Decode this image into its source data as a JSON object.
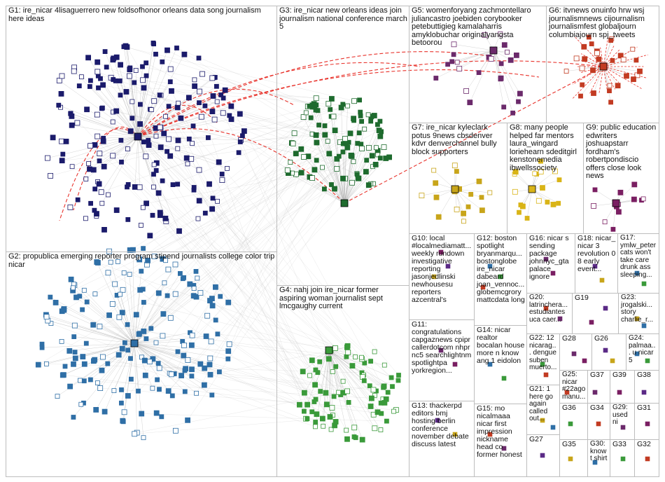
{
  "colors": {
    "border": "#bdbdbd",
    "edge": "#b0b0b0",
    "highlight_edge": "#e8322b",
    "G1": "#1b1b6b",
    "G2": "#2f6fa6",
    "G3": "#1e6b2e",
    "G4": "#3a9a3a",
    "G5": "#6b2a6b",
    "G6": "#c23b22",
    "G7": "#c8a51a",
    "G8": "#d9b417",
    "G9": "#7a1f62"
  },
  "groups": [
    {
      "id": "G1",
      "label": "G1: ire_nicar 4lisaguerrero new foldsofhonor orleans data song journalism here ideas"
    },
    {
      "id": "G2",
      "label": "G2: propublica emerging reporter program stipend journalists college color trip nicar"
    },
    {
      "id": "G3",
      "label": "G3: ire_nicar new orleans ideas join journalism national conference march 5"
    },
    {
      "id": "G4",
      "label": "G4: nahj join ire_nicar former aspiring woman journalist sept lmcgaughy current"
    },
    {
      "id": "G5",
      "label": "G5: womenforyang zachmontellaro juliancastro joebiden corybooker petebuttigieg kamalaharris amyklobuchar originalyangsta betoorou"
    },
    {
      "id": "G6",
      "label": "G6: itvnews onuinfo hrw wsj journalismnews cijournalism journalismfest globaljourn columbiajourn spj_tweets"
    },
    {
      "id": "G7",
      "label": "G7: ire_nicar kyleclark potus 9news cbsdenver kdvr denverchannel bully block supporters"
    },
    {
      "id": "G8",
      "label": "G8: many people helped far mentors laura_wingard loriehearn sdeditgirl kenstonemedia ibwellssociety"
    },
    {
      "id": "G9",
      "label": "G9: public education edwriters joshuapstarr fordham's robertpondiscio offers close look news"
    },
    {
      "id": "G10",
      "label": "G10: local #localmediamatt... weekly rundown investigative reporting jasonjedlinski newhousesu reporters azcentral's"
    },
    {
      "id": "G11",
      "label": "G11: congratulations capgaznews cpipr callerdotcom nhpr nc5 searchlightnm spotlightpa yorkregion..."
    },
    {
      "id": "G12",
      "label": "G12: boston spotlight bryanmarqu... bostonglobe ire_nicar dabeard joan_vennoc... globemcgrory mattcdata long"
    },
    {
      "id": "G13",
      "label": "G13: thackerpd editors bmj hosting berlin conference november debate discuss latest"
    },
    {
      "id": "G14",
      "label": "G14: nicar realtor bocalan house more n know ang 1 eidolon"
    },
    {
      "id": "G15",
      "label": "G15: mo nicalmaaa nicar first impression nickname head co former honest"
    },
    {
      "id": "G16",
      "label": "G16: nicar s sending package johnnyc_gta palace ignore"
    },
    {
      "id": "G17",
      "label": "G17: ymlw_peter cats won't take care drunk ass sleeping..."
    },
    {
      "id": "G18",
      "label": "G18: nicar_ nicar 3 revolution 0 8 early event..."
    },
    {
      "id": "G19",
      "label": "G19"
    },
    {
      "id": "G20",
      "label": "G20: latrinchera... estudiantes uca caer..."
    },
    {
      "id": "G21",
      "label": "G21: 1 here go again called out..."
    },
    {
      "id": "G22",
      "label": "G22: 12 nicarag... dengue suben muerto..."
    },
    {
      "id": "G23",
      "label": "G23: jrogalski... story charlie_r..."
    },
    {
      "id": "G24",
      "label": "G24: palmaa... u nicar 5"
    },
    {
      "id": "G25",
      "label": "G25: nicar #22ago manu..."
    },
    {
      "id": "G26",
      "label": "G26"
    },
    {
      "id": "G27",
      "label": "G27"
    },
    {
      "id": "G28",
      "label": "G28"
    },
    {
      "id": "G29",
      "label": "G29: used ni"
    },
    {
      "id": "G30",
      "label": "G30: know t shirt"
    },
    {
      "id": "G31",
      "label": "G31"
    },
    {
      "id": "G32",
      "label": "G32"
    },
    {
      "id": "G33",
      "label": "G33"
    },
    {
      "id": "G34",
      "label": "G34"
    },
    {
      "id": "G35",
      "label": "G35"
    },
    {
      "id": "G36",
      "label": "G36"
    },
    {
      "id": "G37",
      "label": "G37"
    },
    {
      "id": "G38",
      "label": "G38"
    },
    {
      "id": "G39",
      "label": "G39"
    }
  ]
}
